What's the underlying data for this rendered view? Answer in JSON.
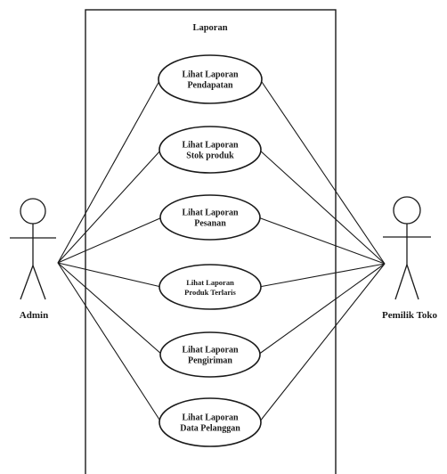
{
  "boundary": {
    "title": "Laporan"
  },
  "actors": [
    {
      "id": "admin",
      "label": "Admin"
    },
    {
      "id": "owner",
      "label": "Pemilik Toko"
    }
  ],
  "use_cases": [
    {
      "id": "uc1",
      "lines": [
        "Lihat Laporan",
        "Pendapatan"
      ]
    },
    {
      "id": "uc2",
      "lines": [
        "Lihat Laporan",
        "Stok produk"
      ]
    },
    {
      "id": "uc3",
      "lines": [
        "Lihat Laporan",
        "Pesanan"
      ]
    },
    {
      "id": "uc4",
      "lines": [
        "Lihat Laporan",
        "Produk Terlaris"
      ]
    },
    {
      "id": "uc5",
      "lines": [
        "Lihat Laporan",
        "Pengiriman"
      ]
    },
    {
      "id": "uc6",
      "lines": [
        "Lihat Laporan",
        "Data Pelanggan"
      ]
    }
  ],
  "associations": [
    {
      "actor": "admin",
      "use_case": "uc1"
    },
    {
      "actor": "admin",
      "use_case": "uc2"
    },
    {
      "actor": "admin",
      "use_case": "uc3"
    },
    {
      "actor": "admin",
      "use_case": "uc4"
    },
    {
      "actor": "admin",
      "use_case": "uc5"
    },
    {
      "actor": "admin",
      "use_case": "uc6"
    },
    {
      "actor": "owner",
      "use_case": "uc1"
    },
    {
      "actor": "owner",
      "use_case": "uc2"
    },
    {
      "actor": "owner",
      "use_case": "uc3"
    },
    {
      "actor": "owner",
      "use_case": "uc4"
    },
    {
      "actor": "owner",
      "use_case": "uc5"
    },
    {
      "actor": "owner",
      "use_case": "uc6"
    }
  ]
}
